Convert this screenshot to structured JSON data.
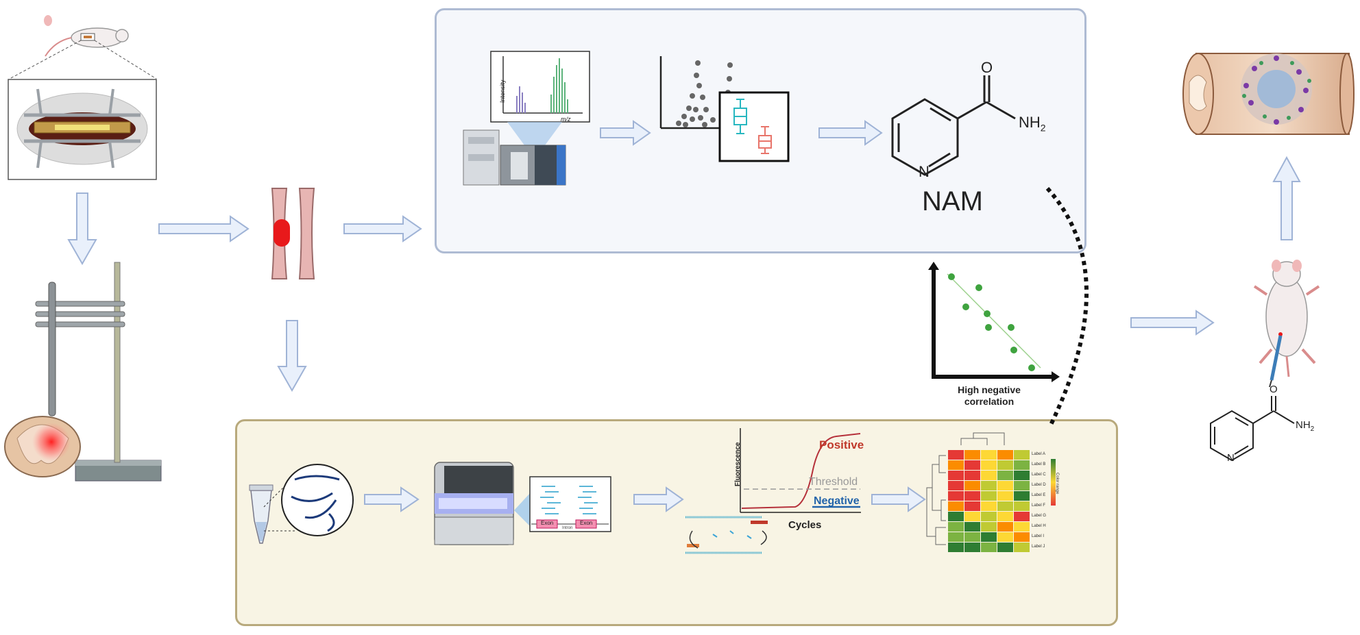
{
  "metabolomics": {
    "ms_plot": {
      "ylabel": "Intensity",
      "xlabel": "m/z"
    },
    "compound": {
      "name": "NAM",
      "atoms": {
        "oxygen": "O",
        "nitrogen": "N",
        "amine": "NH",
        "amine_sub": "2"
      }
    }
  },
  "correlation": {
    "label": "High negative correlation"
  },
  "transcriptomics": {
    "gene_model": {
      "exon1": "Exon",
      "intron": "Intron",
      "exon2": "Exon"
    },
    "qpcr": {
      "ylabel": "Fluorescence",
      "positive": "Positive",
      "threshold": "Threshold",
      "negative": "Negative",
      "xlabel": "Cycles"
    },
    "heatmap": {
      "labels": [
        "Label A",
        "Label B",
        "Label C",
        "Label D",
        "Label E",
        "Label F",
        "Label G",
        "Label H",
        "Label I",
        "Label J"
      ],
      "scale_label": "Color range",
      "colors": [
        "#2e7d32",
        "#7cb342",
        "#c0ca33",
        "#fdd835",
        "#fb8c00",
        "#e53935"
      ]
    }
  },
  "treatment": {
    "atoms": {
      "oxygen": "O",
      "nitrogen": "N",
      "amine": "NH",
      "amine_sub": "2"
    }
  },
  "colors": {
    "arrow_fill": "#e9f0fb",
    "arrow_stroke": "#9fb3d6",
    "metab_panel": "#f5f7fb",
    "rna_panel": "#f8f4e4",
    "injury": "#e8191b"
  }
}
